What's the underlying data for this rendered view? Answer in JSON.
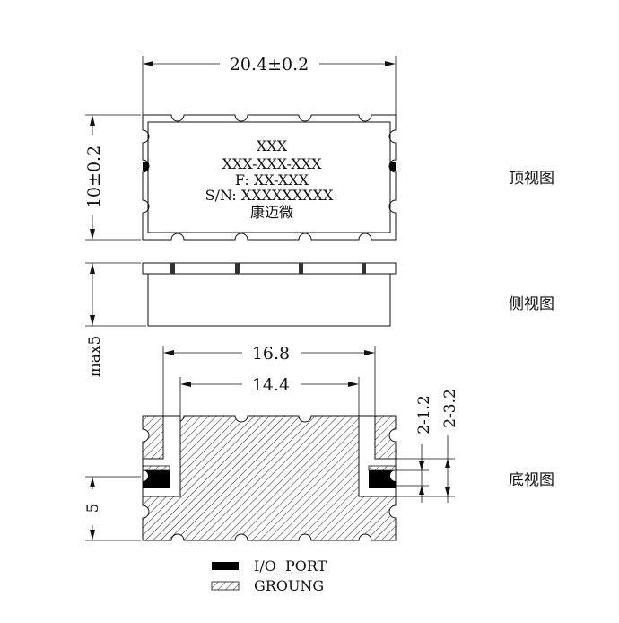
{
  "top_view": {
    "width_dim": "20.4±0.2",
    "height_dim": "10±0.2",
    "marking_lines": [
      "XXX",
      "XXX-XXX-XXX",
      "F: XX-XXX",
      "S/N: XXXXXXXXX",
      "康迈微"
    ],
    "label": "顶视图"
  },
  "side_view": {
    "height_dim": "max5",
    "label": "侧视图"
  },
  "bottom_view": {
    "outer_dim": "16.8",
    "inner_dim": "14.4",
    "pad_width_dim": "2-1.2",
    "pad_pitch_dim": "2-3.2",
    "pad_offset_dim": "5",
    "label": "底视图"
  },
  "legend": {
    "io_port": "I/O  PORT",
    "ground": "GROUNG"
  },
  "colors": {
    "line": "#111111",
    "io_fill": "#000000",
    "hatch": "#222222",
    "background": "#ffffff"
  }
}
